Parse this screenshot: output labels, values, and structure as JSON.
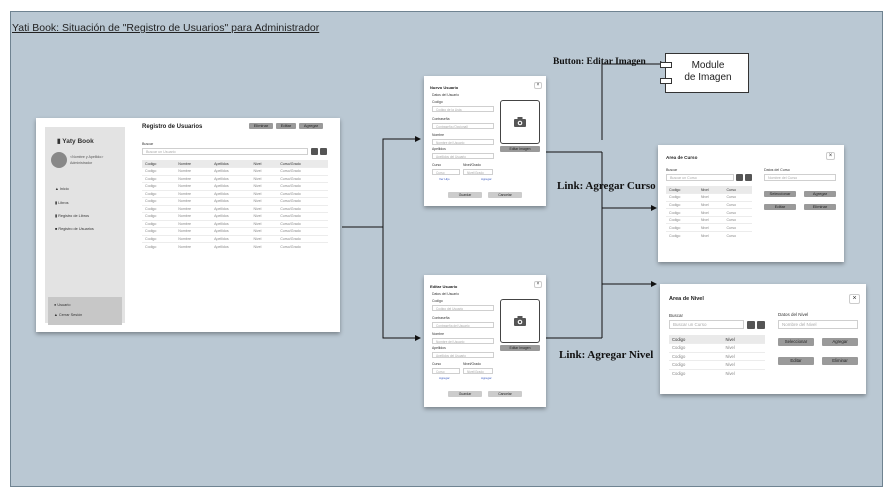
{
  "diagram": {
    "title": "Yati Book: Situación de \"Registro de Usuarios\" para Administrador",
    "labels": {
      "editar_imagen": "Button: Editar Imagen",
      "agregar_curso": "Link: Agregar Curso",
      "agregar_nivel": "Link: Agregar Nivel"
    },
    "module": "Module\nde Imagen",
    "module_line1": "Module",
    "module_line2": "de Imagen"
  },
  "main_screen": {
    "brand": "Yaty Book",
    "user_name": "<Nombre y Apellido>",
    "user_role": "Administrador",
    "nav": [
      {
        "icon": "home-icon",
        "label": "Inicio"
      },
      {
        "icon": "book-icon",
        "label": "Libros"
      },
      {
        "icon": "book-register-icon",
        "label": "Registro de Libros"
      },
      {
        "icon": "users-icon",
        "label": "Registro de Usuarios"
      }
    ],
    "footer": [
      {
        "icon": "user-icon",
        "label": "Usuario"
      },
      {
        "icon": "logout-icon",
        "label": "Cerrar Sesión"
      }
    ],
    "heading": "Registro de Usuarios",
    "actions": [
      "Eliminar",
      "Editar",
      "Agregar"
    ],
    "search_label": "Buscar",
    "search_placeholder": "Buscar un Usuario",
    "columns": [
      "Codigo",
      "Nombre",
      "Apellidos",
      "Nivel",
      "Curso/Grado"
    ],
    "rows": [
      [
        "Codigo",
        "Nombre",
        "Apellidos",
        "Nivel",
        "Curso/Grado"
      ],
      [
        "Codigo",
        "Nombre",
        "Apellidos",
        "Nivel",
        "Curso/Grado"
      ],
      [
        "Codigo",
        "Nombre",
        "Apellidos",
        "Nivel",
        "Curso/Grado"
      ],
      [
        "Codigo",
        "Nombre",
        "Apellidos",
        "Nivel",
        "Curso/Grado"
      ],
      [
        "Codigo",
        "Nombre",
        "Apellidos",
        "Nivel",
        "Curso/Grado"
      ],
      [
        "Codigo",
        "Nombre",
        "Apellidos",
        "Nivel",
        "Curso/Grado"
      ],
      [
        "Codigo",
        "Nombre",
        "Apellidos",
        "Nivel",
        "Curso/Grado"
      ],
      [
        "Codigo",
        "Nombre",
        "Apellidos",
        "Nivel",
        "Curso/Grado"
      ],
      [
        "Codigo",
        "Nombre",
        "Apellidos",
        "Nivel",
        "Curso/Grado"
      ],
      [
        "Codigo",
        "Nombre",
        "Apellidos",
        "Nivel",
        "Curso/Grado"
      ],
      [
        "Codigo",
        "Nombre",
        "Apellidos",
        "Nivel",
        "Curso/Grado"
      ]
    ]
  },
  "nuevo_usuario": {
    "title": "Nuevo Usuario",
    "section": "Datos del Usuario",
    "fields": [
      {
        "label": "Codigo",
        "placeholder": "Codigo de la Lista"
      },
      {
        "label": "Contraseña",
        "placeholder": "Contraseña (Opcional)"
      },
      {
        "label": "Nombre",
        "placeholder": "Nombre del Usuario"
      },
      {
        "label": "Apellidos",
        "placeholder": "Apellidos del Usuario"
      }
    ],
    "curso_label": "Curso",
    "nivel_label": "Nivel/Grado",
    "curso_value": "Curso",
    "nivel_value": "Nivel/Grado",
    "link_left": "Ver Hijo",
    "link_right": "Agregar",
    "edit_image": "Editar Imagen",
    "buttons": [
      "Guardar",
      "Cancelar"
    ]
  },
  "editar_usuario": {
    "title": "Editar Usuario",
    "section": "Datos del Usuario",
    "fields": [
      {
        "label": "Codigo",
        "placeholder": "Codigo del Usuario"
      },
      {
        "label": "Contraseña",
        "placeholder": "Contraseña del Usuario"
      },
      {
        "label": "Nombre",
        "placeholder": "Nombre del Usuario"
      },
      {
        "label": "Apellidos",
        "placeholder": "Apellidos del Usuario"
      }
    ],
    "curso_label": "Curso",
    "nivel_label": "Nivel/Grado",
    "curso_value": "Curso",
    "nivel_value": "Nivel/Grado",
    "link_left": "Agregar",
    "link_right": "Agregar",
    "edit_image": "Editar Imagen",
    "buttons": [
      "Guardar",
      "Cancelar"
    ]
  },
  "area_curso": {
    "title": "Area de Curso",
    "search_label": "Buscar",
    "search_placeholder": "Buscar un Curso",
    "columns": [
      "Codigo",
      "Nivel",
      "Curso"
    ],
    "rows": [
      [
        "Codigo",
        "Nivel",
        "Curso"
      ],
      [
        "Codigo",
        "Nivel",
        "Curso"
      ],
      [
        "Codigo",
        "Nivel",
        "Curso"
      ],
      [
        "Codigo",
        "Nivel",
        "Curso"
      ],
      [
        "Codigo",
        "Nivel",
        "Curso"
      ],
      [
        "Codigo",
        "Nivel",
        "Curso"
      ]
    ],
    "data_label": "Datos del Curso",
    "data_placeholder": "Nombre del Curso",
    "buttons": [
      "Seleccionar",
      "Agregar",
      "Editar",
      "Eliminar"
    ]
  },
  "area_nivel": {
    "title": "Area de Nivel",
    "search_label": "Buscar",
    "search_placeholder": "Buscar un Curso",
    "columns": [
      "Codigo",
      "Nivel"
    ],
    "rows": [
      [
        "Codigo",
        "Nivel"
      ],
      [
        "Codigo",
        "Nivel"
      ],
      [
        "Codigo",
        "Nivel"
      ],
      [
        "Codigo",
        "Nivel"
      ]
    ],
    "data_label": "Datos del Nivel",
    "data_placeholder": "Nombre del Nivel",
    "buttons": [
      "Seleccionar",
      "Agregar",
      "Editar",
      "Eliminar"
    ]
  }
}
